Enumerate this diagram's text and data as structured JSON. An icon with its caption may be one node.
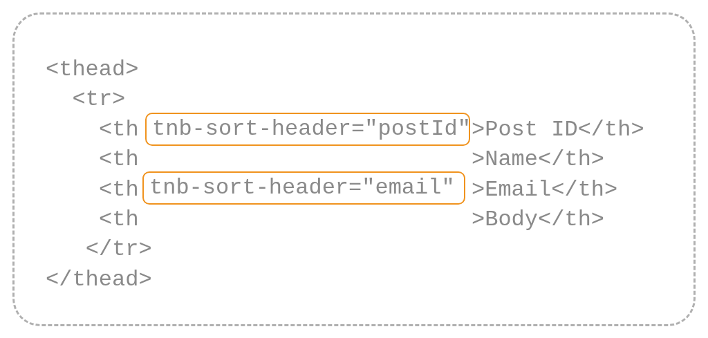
{
  "diagram": {
    "nodes": [
      {
        "text": [],
        "shape": "box"
      },
      {
        "text": [
          "tnb-sort-header=\"postId\""
        ],
        "in": 0
      },
      {
        "text": [
          "tnb-sort-header=\"email\""
        ],
        "in": 0
      }
    ],
    "edges": [],
    "labels": [
      "<thead>",
      "<tr>",
      "<th",
      ">Post ID</th>",
      "<th",
      ">Name</th>",
      "<th",
      ">Email</th>",
      "<th",
      ">Body</th>",
      "</tr>",
      "</thead>"
    ]
  }
}
